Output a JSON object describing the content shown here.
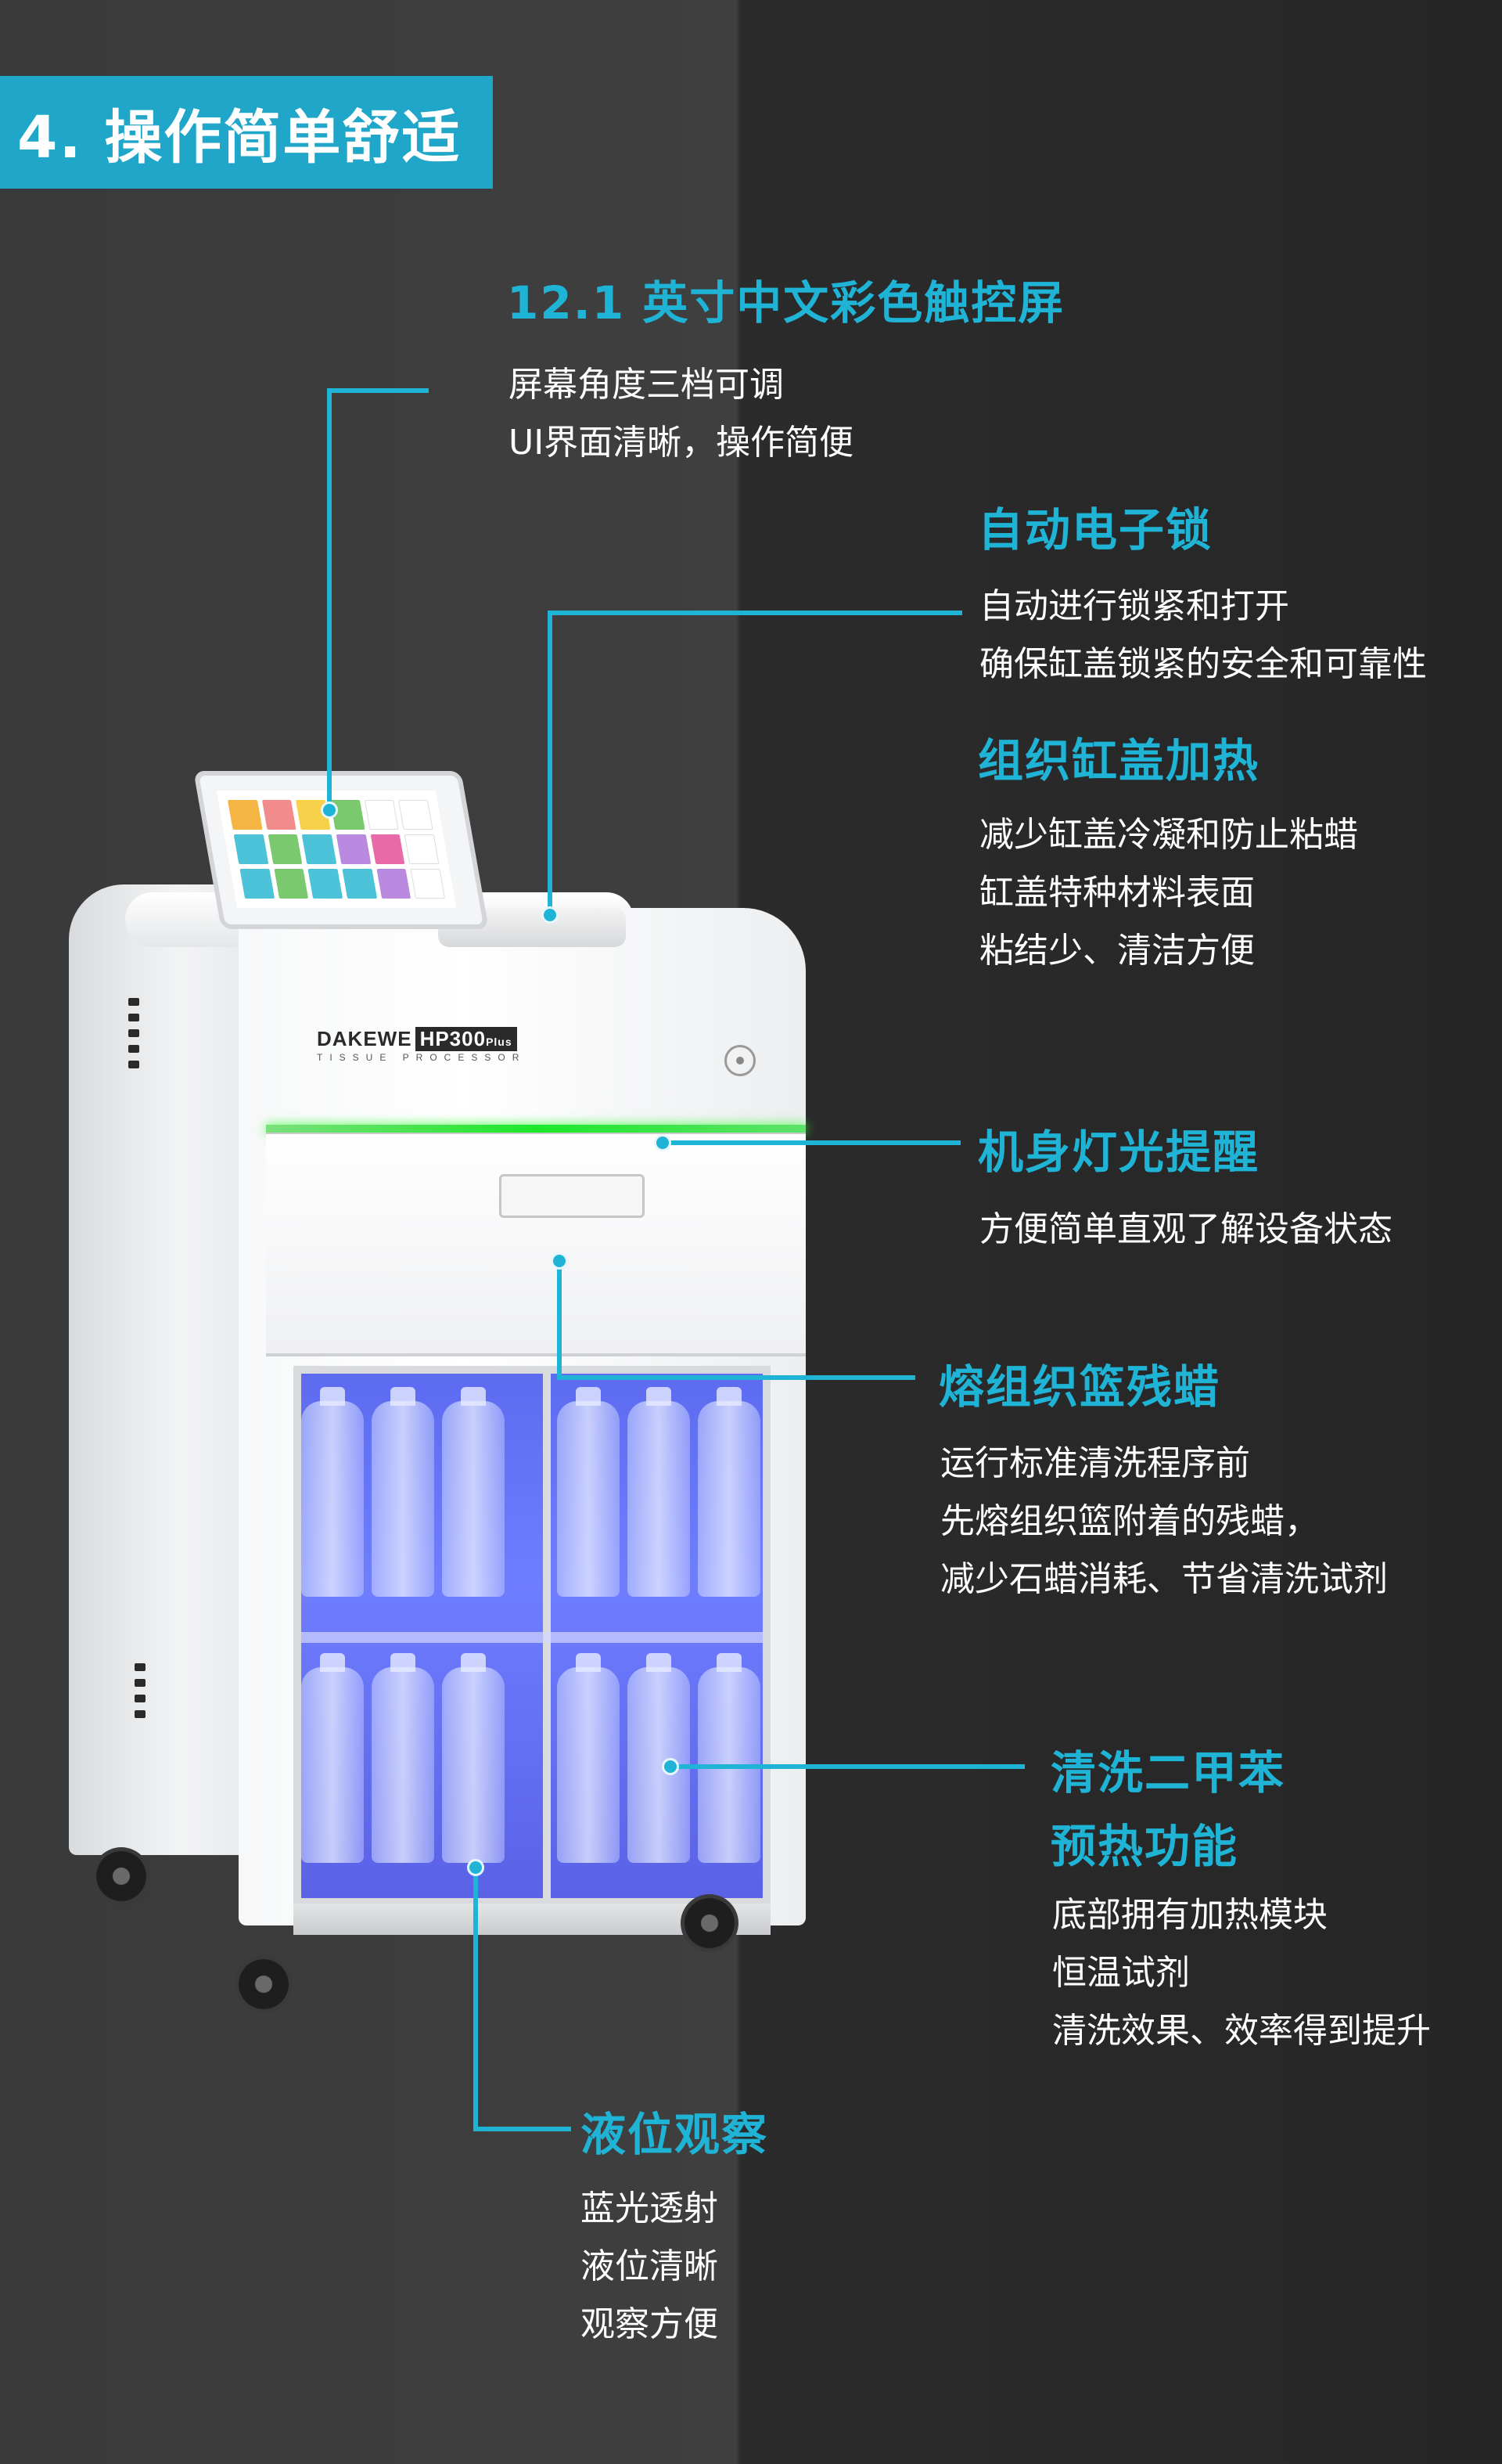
{
  "banner": {
    "title": "4. 操作简单舒适"
  },
  "machine": {
    "brand": "DAKEWE",
    "model": "HP300",
    "model_suffix": "Plus",
    "subtitle": "TISSUE PROCESSOR"
  },
  "features": [
    {
      "title": "12.1 英寸中文彩色触控屏",
      "lines": [
        "屏幕角度三档可调",
        "UI界面清晰，操作简便"
      ]
    },
    {
      "title": "自动电子锁",
      "lines": [
        "自动进行锁紧和打开",
        "确保缸盖锁紧的安全和可靠性"
      ]
    },
    {
      "title": "组织缸盖加热",
      "lines": [
        "减少缸盖冷凝和防止粘蜡",
        "缸盖特种材料表面",
        "粘结少、清洁方便"
      ]
    },
    {
      "title": "机身灯光提醒",
      "lines": [
        "方便简单直观了解设备状态"
      ]
    },
    {
      "title": "熔组织篮残蜡",
      "lines": [
        "运行标准清洗程序前",
        "先熔组织篮附着的残蜡，",
        "减少石蜡消耗、节省清洗试剂"
      ]
    },
    {
      "title": "清洗二甲苯",
      "title2": "预热功能",
      "lines": [
        "底部拥有加热模块",
        "恒温试剂",
        "清洗效果、效率得到提升"
      ]
    },
    {
      "title": "液位观察",
      "lines": [
        "蓝光透射",
        "液位清晰",
        "观察方便"
      ]
    }
  ],
  "colors": {
    "accent": "#1fb3d6",
    "banner": "#1fa6c9",
    "light_bar": "#1ce82a",
    "blue_light": "#6f7dff"
  }
}
